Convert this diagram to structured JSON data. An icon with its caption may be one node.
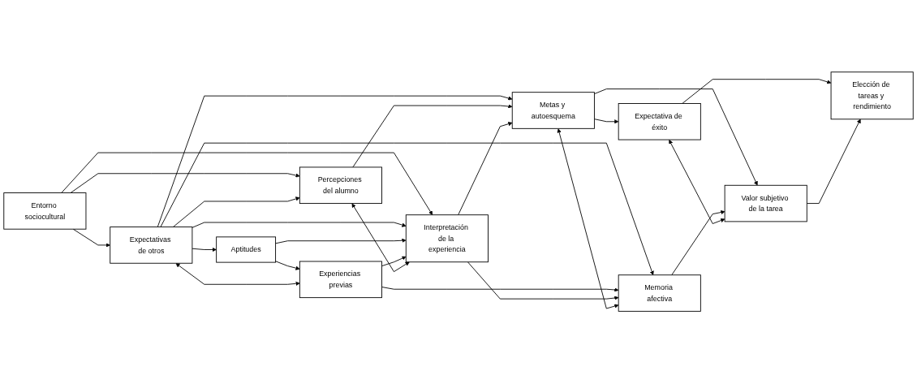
{
  "diagram": {
    "nodes": [
      {
        "text": [
          "Entorno sociocultural"
        ]
      },
      {
        "text": [
          "Expectativas de otros"
        ]
      },
      {
        "text": [
          "Aptitudes"
        ]
      },
      {
        "text": [
          "Experiencias previas"
        ]
      },
      {
        "text": [
          "Percepciones del alumno"
        ]
      },
      {
        "text": [
          "Interpretación de la experiencia"
        ]
      },
      {
        "text": [
          "Metas y autoesquema"
        ]
      },
      {
        "text": [
          "Memoria afectiva"
        ]
      },
      {
        "text": [
          "Expectativa de éxito"
        ]
      },
      {
        "text": [
          "Valor subjetivo de la tarea"
        ]
      },
      {
        "text": [
          "Elección de tareas y rendimiento"
        ]
      }
    ],
    "edges": [
      {
        "from": 0,
        "to": 4,
        "arrow": "to"
      },
      {
        "from": 0,
        "to": 1,
        "arrow": "to"
      },
      {
        "from": 0,
        "to": 5,
        "arrow": "to"
      },
      {
        "from": 1,
        "to": 2,
        "arrow": "to"
      },
      {
        "from": 2,
        "to": 3,
        "arrow": "to"
      },
      {
        "from": 1,
        "to": 3,
        "arrow": "both"
      },
      {
        "from": 1,
        "to": 4,
        "arrow": "to"
      },
      {
        "from": 1,
        "to": 5,
        "arrow": "to"
      },
      {
        "from": 1,
        "to": 6,
        "arrow": "to"
      },
      {
        "from": 1,
        "to": 7,
        "arrow": "to"
      },
      {
        "from": 2,
        "to": 5,
        "arrow": "to"
      },
      {
        "from": 3,
        "to": 5,
        "arrow": "to"
      },
      {
        "from": 3,
        "to": 7,
        "arrow": "to"
      },
      {
        "from": 4,
        "to": 5,
        "arrow": "both"
      },
      {
        "from": 4,
        "to": 6,
        "arrow": "to"
      },
      {
        "from": 5,
        "to": 6,
        "arrow": "to"
      },
      {
        "from": 5,
        "to": 7,
        "arrow": "to"
      },
      {
        "from": 6,
        "to": 7,
        "arrow": "both"
      },
      {
        "from": 6,
        "to": 8,
        "arrow": "to"
      },
      {
        "from": 6,
        "to": 9,
        "arrow": "to"
      },
      {
        "from": 7,
        "to": 9,
        "arrow": "to"
      },
      {
        "from": 8,
        "to": 9,
        "arrow": "both"
      },
      {
        "from": 8,
        "to": 10,
        "arrow": "to"
      },
      {
        "from": 9,
        "to": 10,
        "arrow": "to"
      }
    ]
  }
}
